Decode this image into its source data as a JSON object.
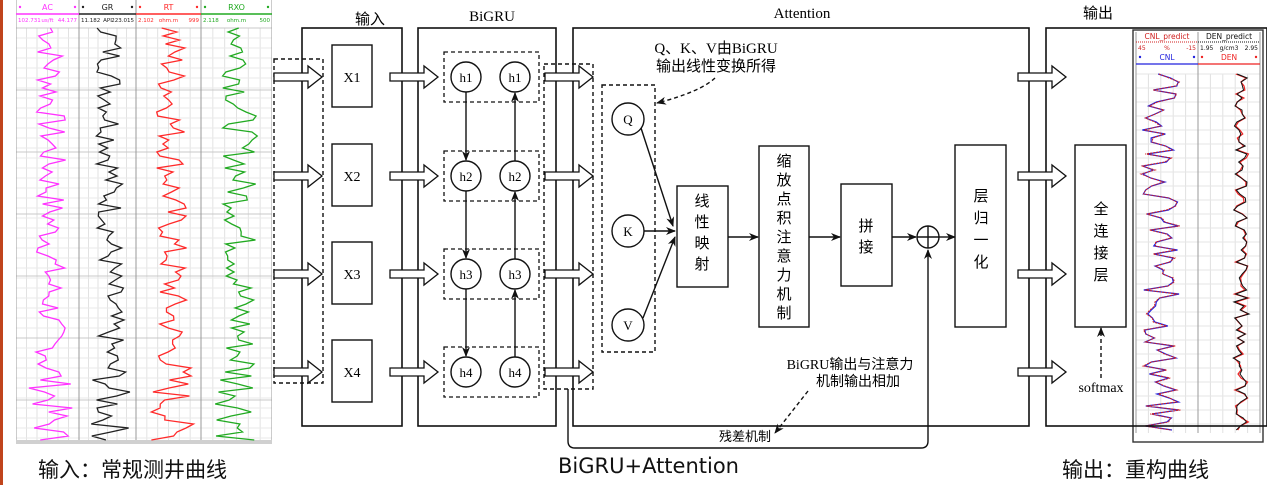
{
  "captions": {
    "input_caption": "输入：常规测井曲线",
    "model_caption": "BiGRU+Attention",
    "output_caption": "输出：重构曲线"
  },
  "input_logs": {
    "tracks": [
      {
        "name": "AC",
        "min": "102.731",
        "unit": "us/ft",
        "max": "44.177",
        "color": "#ff33ff"
      },
      {
        "name": "GR",
        "min": "11.182",
        "unit": "API",
        "max": "223.015",
        "color": "#222222"
      },
      {
        "name": "RT",
        "min": "2.102",
        "unit": "ohm.m",
        "max": "999",
        "color": "#ff2a2a"
      },
      {
        "name": "RXO",
        "min": "2.118",
        "unit": "ohm.m",
        "max": "500",
        "color": "#22aa22"
      }
    ]
  },
  "diagram": {
    "input_label": "输入",
    "bigru_label": "BiGRU",
    "attention_label": "Attention",
    "output_label": "输出",
    "inputs": [
      "X1",
      "X2",
      "X3",
      "X4"
    ],
    "hidden_forward": [
      "h1",
      "h2",
      "h3",
      "h4"
    ],
    "hidden_backward": [
      "h1",
      "h2",
      "h3",
      "h4"
    ],
    "qkv": [
      "Q",
      "K",
      "V"
    ],
    "qkv_note_line1": "Q、K、V由BiGRU",
    "qkv_note_line2": "输出线性变换所得",
    "linear_map": "线性映射",
    "scaled_dot": "缩放点积注意力机制",
    "concat": "拼接",
    "layer_norm": "层归一化",
    "fully_connected": "全连接层",
    "softmax": "softmax",
    "residual_note_line1": "BiGRU输出与注意力",
    "residual_note_line2": "机制输出相加",
    "residual_label": "残差机制"
  },
  "output_logs": {
    "tracks": [
      {
        "name": "CNL_predict",
        "min": "45",
        "unit": "%",
        "max": "-15",
        "color": "#d02020",
        "header_color": "#d02020"
      },
      {
        "name": "DEN_predict",
        "min": "1.95",
        "unit": "g/cm3",
        "max": "2.95",
        "color": "#111111",
        "header_color": "#111111"
      }
    ],
    "reference_tracks": [
      {
        "name": "CNL",
        "color": "#2222dd"
      },
      {
        "name": "DEN",
        "color": "#ee2222"
      }
    ]
  }
}
